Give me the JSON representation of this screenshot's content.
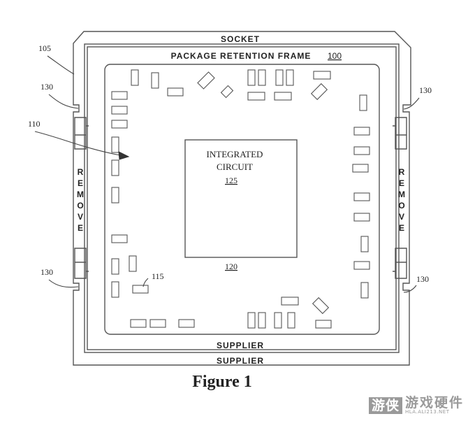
{
  "labels": {
    "socket": "SOCKET",
    "frame": "PACKAGE RETENTION FRAME",
    "frame_ref": "100",
    "supplier_inner": "SUPPLIER",
    "supplier_outer": "SUPPLIER",
    "remove_left": "REMOVE",
    "remove_right": "REMOVE",
    "ic_line1": "INTEGRATED",
    "ic_line2": "CIRCUIT",
    "ic_ref": "125",
    "die_ref": "120",
    "caption": "Figure 1"
  },
  "refs": {
    "r105": "105",
    "r130_tl": "130",
    "r130_tr": "130",
    "r130_bl": "130",
    "r130_br": "130",
    "r110": "110",
    "r115": "115"
  },
  "watermark": {
    "logo": "游侠",
    "cn": "游戏硬件",
    "url": "HLA.ALI213.NET"
  }
}
